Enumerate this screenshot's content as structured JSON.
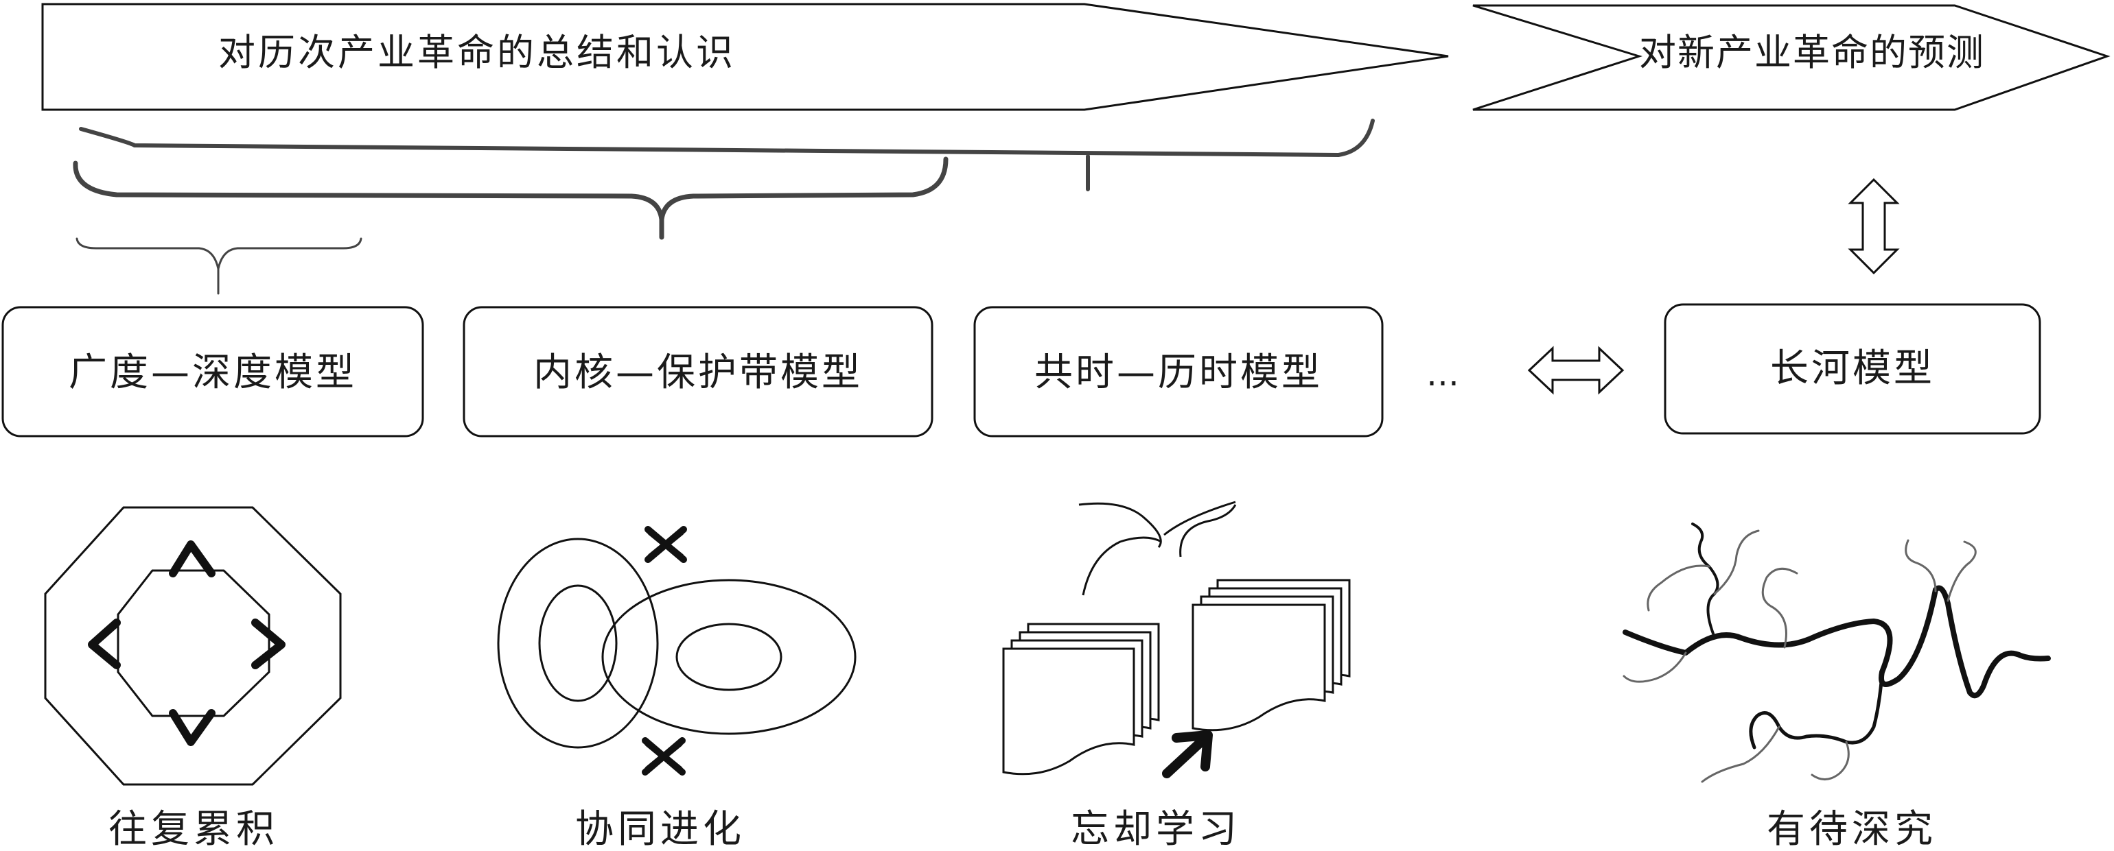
{
  "banners": {
    "left": "对历次产业革命的总结和认识",
    "right": "对新产业革命的预测"
  },
  "models": [
    {
      "label": "广度—深度模型"
    },
    {
      "label": "内核—保护带模型"
    },
    {
      "label": "共时—历时模型"
    },
    {
      "label": "长河模型"
    }
  ],
  "ellipsis": "…",
  "illustrations": [
    {
      "caption": "往复累积",
      "icon": "octagon-cycle-icon"
    },
    {
      "caption": "协同进化",
      "icon": "overlapping-ellipses-icon"
    },
    {
      "caption": "忘却学习",
      "icon": "paper-stacks-icon"
    },
    {
      "caption": "有待深究",
      "icon": "river-icon"
    }
  ]
}
